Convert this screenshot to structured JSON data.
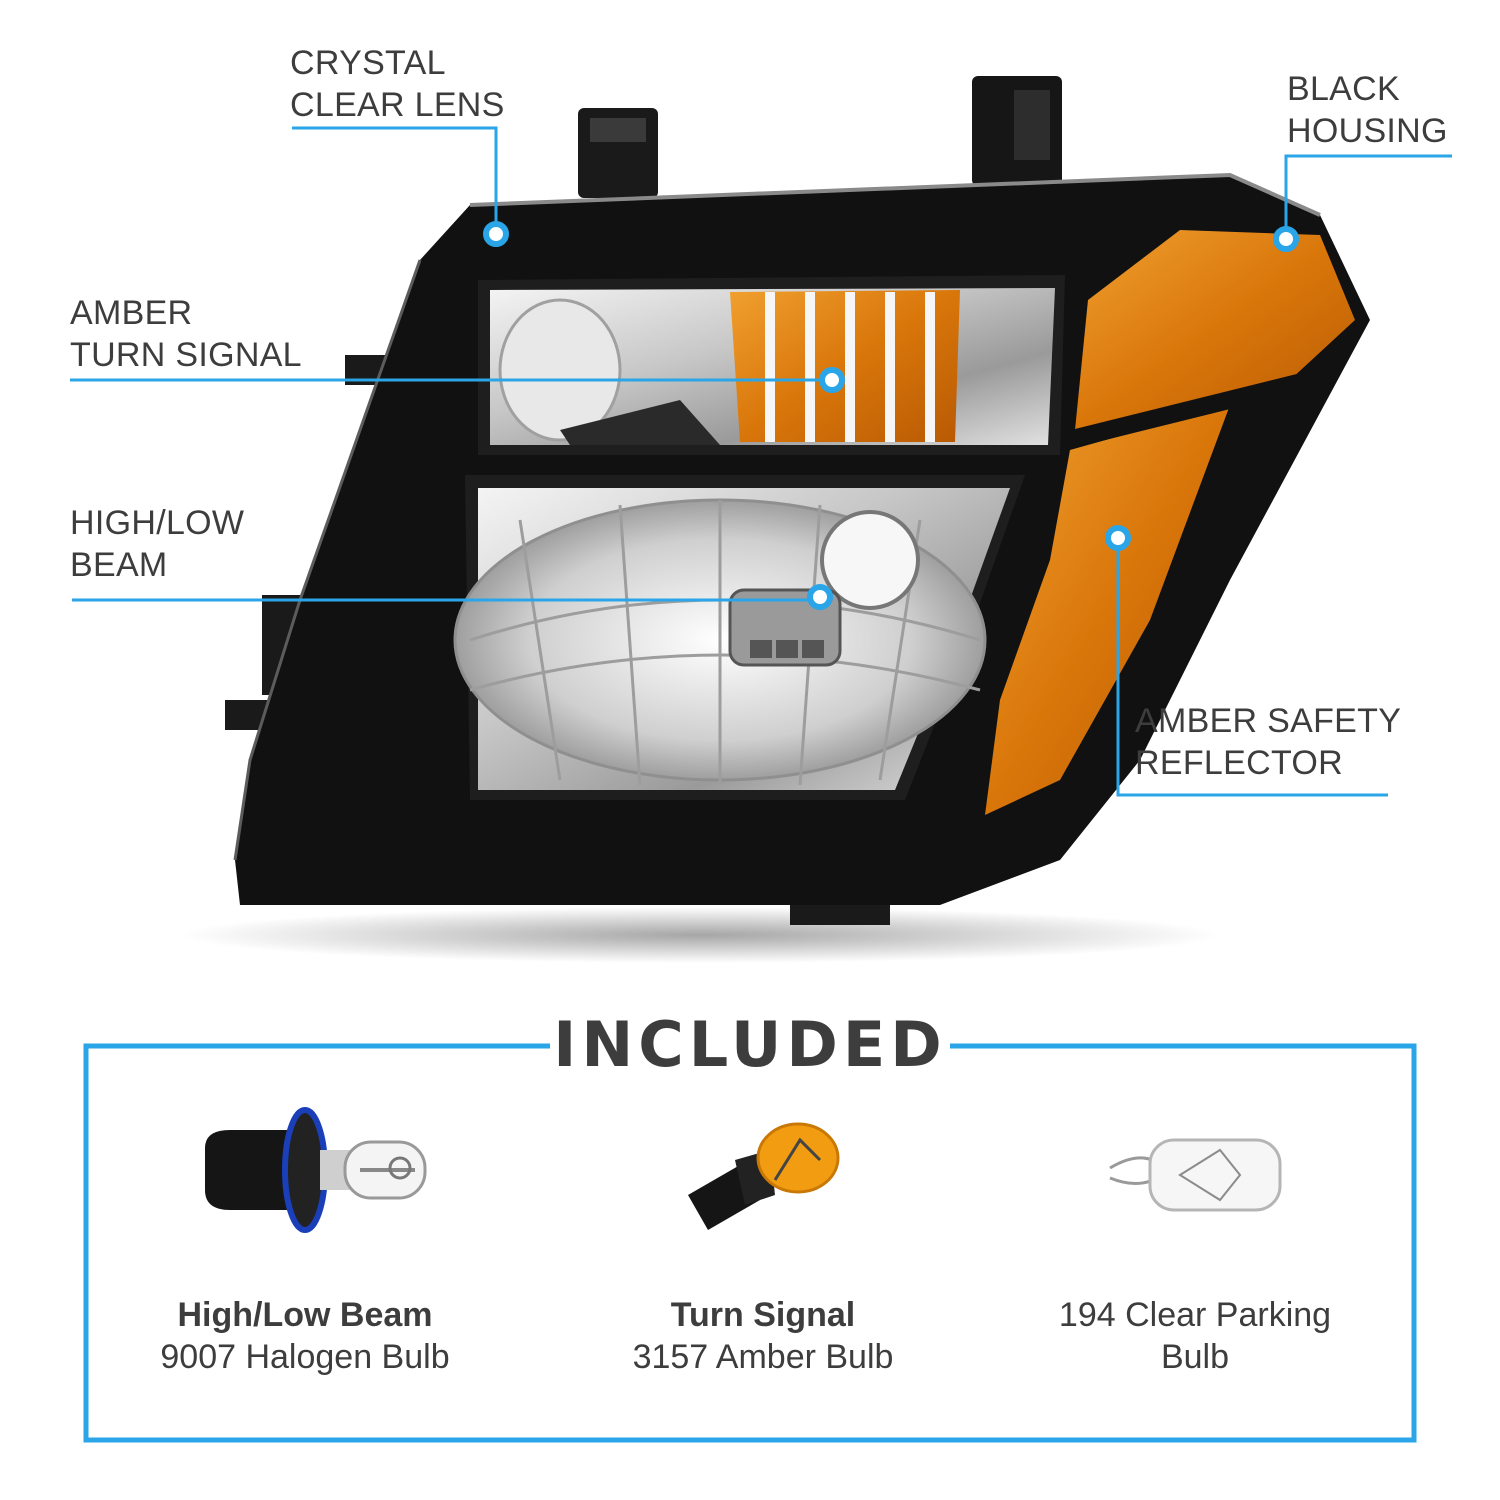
{
  "colors": {
    "accent": "#2aa5e8",
    "text": "#3d3d3d",
    "housing": "#141414",
    "amber": "#d9760a"
  },
  "callouts": {
    "crystal_clear_lens": {
      "line1": "CRYSTAL",
      "line2": "CLEAR LENS"
    },
    "black_housing": {
      "line1": "BLACK",
      "line2": "HOUSING"
    },
    "amber_turn_signal": {
      "line1": "AMBER",
      "line2": "TURN SIGNAL"
    },
    "high_low_beam": {
      "line1": "HIGH/LOW",
      "line2": "BEAM"
    },
    "amber_safety_reflector": {
      "line1": "AMBER SAFETY",
      "line2": "REFLECTOR"
    }
  },
  "included": {
    "title": "INCLUDED",
    "items": [
      {
        "name": "High/Low Beam",
        "detail": "9007 Halogen Bulb"
      },
      {
        "name": "Turn Signal",
        "detail": "3157 Amber Bulb"
      },
      {
        "name": "",
        "detail": "194 Clear Parking",
        "detail2": "Bulb"
      }
    ]
  }
}
